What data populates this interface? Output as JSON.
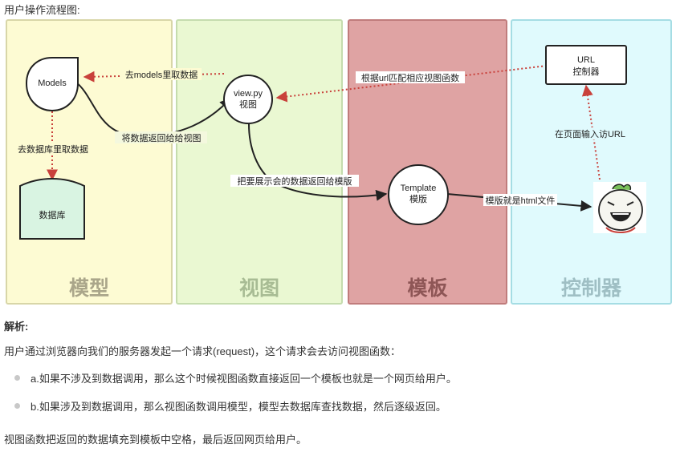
{
  "page_title": "用户操作流程图:",
  "panels": [
    {
      "label": "模型",
      "fill": "#fdfbd3",
      "border": "#d8d6a8",
      "text_color": "#aaa68a"
    },
    {
      "label": "视图",
      "fill": "#eaf8d2",
      "border": "#c5dcae",
      "text_color": "#a8bc94"
    },
    {
      "label": "模板",
      "fill": "#dfa3a3",
      "border": "#c07c7c",
      "text_color": "#8e5656"
    },
    {
      "label": "控制器",
      "fill": "#e0fafd",
      "border": "#a5dde4",
      "text_color": "#9fbfc4"
    }
  ],
  "nodes": {
    "models": "Models",
    "database": "数据库",
    "view_line1": "view.py",
    "view_line2": "视图",
    "template_line1": "Template",
    "template_line2": "模版",
    "url_line1": "URL",
    "url_line2": "控制器"
  },
  "edges": {
    "get_from_models": "去models里取数据",
    "get_from_db": "去数据库里取数据",
    "return_to_view": "将数据返回给给视图",
    "return_to_template": "把要展示会的数据返回给模版",
    "match_view": "根据url匹配相应视图函数",
    "enter_url": "在页面输入访URL",
    "template_is_html": "模版就是html文件"
  },
  "colors": {
    "red_dotted": "#c9413b",
    "black_line": "#222222",
    "database_fill": "#d9f4e2"
  },
  "user_icon": "laughing-face-icon",
  "analysis": {
    "title": "解析:",
    "intro": "用户通过浏览器向我们的服务器发起一个请求(request)，这个请求会去访问视图函数：",
    "bullets": [
      "a.如果不涉及到数据调用，那么这个时候视图函数直接返回一个模板也就是一个网页给用户。",
      "b.如果涉及到数据调用，那么视图函数调用模型，模型去数据库查找数据，然后逐级返回。"
    ],
    "conclusion": "视图函数把返回的数据填充到模板中空格，最后返回网页给用户。"
  }
}
